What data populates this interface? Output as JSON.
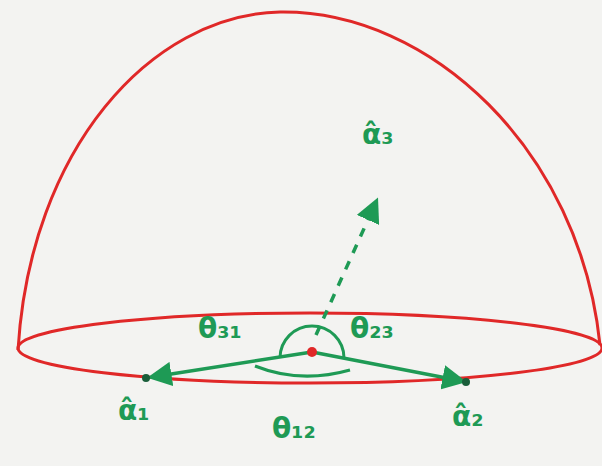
{
  "diagram": {
    "labels": [
      "α̂₃",
      "θ₃₁",
      "θ₂₃",
      "α̂₁",
      "θ₁₂",
      "α̂₂"
    ]
  }
}
